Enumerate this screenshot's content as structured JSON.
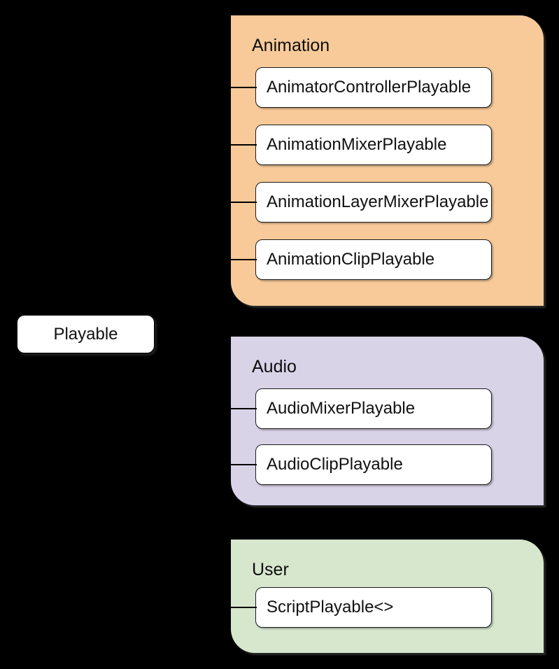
{
  "canvas": {
    "background": "#000000"
  },
  "root_node": {
    "label": "Playable"
  },
  "groups": [
    {
      "name": "Animation",
      "fill": "#f8ca99",
      "items": [
        "AnimatorControllerPlayable",
        "AnimationMixerPlayable",
        "AnimationLayerMixerPlayable",
        "AnimationClipPlayable"
      ]
    },
    {
      "name": "Audio",
      "fill": "#d9d3e8",
      "items": [
        "AudioMixerPlayable",
        "AudioClipPlayable"
      ]
    },
    {
      "name": "User",
      "fill": "#d7e7ce",
      "items": [
        "ScriptPlayable<>"
      ]
    }
  ],
  "node_style": {
    "fill": "#ffffff",
    "border": "#1a1a1a",
    "text": "#111111"
  },
  "connector_color": "#000000"
}
